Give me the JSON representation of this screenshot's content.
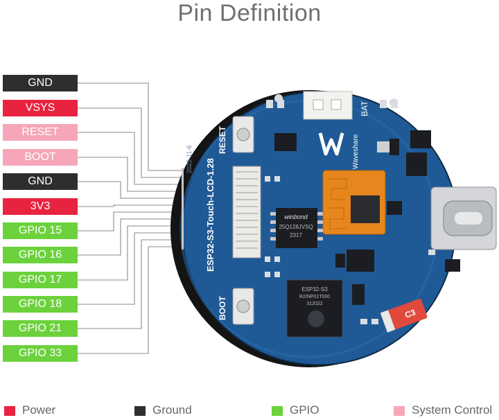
{
  "title": "Pin Definition",
  "pins": [
    {
      "label": "GND",
      "type": "ground"
    },
    {
      "label": "VSYS",
      "type": "power"
    },
    {
      "label": "RESET",
      "type": "system"
    },
    {
      "label": "BOOT",
      "type": "system"
    },
    {
      "label": "GND",
      "type": "ground"
    },
    {
      "label": "3V3",
      "type": "power"
    },
    {
      "label": "GPIO 15",
      "type": "gpio"
    },
    {
      "label": "GPIO 16",
      "type": "gpio"
    },
    {
      "label": "GPIO 17",
      "type": "gpio"
    },
    {
      "label": "GPIO 18",
      "type": "gpio"
    },
    {
      "label": "GPIO 21",
      "type": "gpio"
    },
    {
      "label": "GPIO 33",
      "type": "gpio"
    }
  ],
  "board": {
    "model_text": "ESP32-S3-Touch-LCD-1.28",
    "reset_label": "RESET",
    "boot_label": "BOOT",
    "bat_label": "BAT",
    "brand_text": "Waveshare",
    "flash_brand": "winbond",
    "flash_line1": "25Q128JVSQ",
    "flash_line2": "2317",
    "chip_line1": "ESP32-S3",
    "chip_line2": "R2/NP01T000",
    "chip_line3": "312022",
    "cap_label": "C3",
    "date_text": "2022-11-6",
    "colors": {
      "pcb": "#1f5a96",
      "pcb_edge": "#0f2a44",
      "pad": "#d9dde2",
      "chip": "#1b1d22",
      "antenna": "#e6861c"
    }
  },
  "legend": [
    {
      "label": "Power",
      "color": "#e8233f"
    },
    {
      "label": "Ground",
      "color": "#2e2e2e"
    },
    {
      "label": "GPIO",
      "color": "#6bd23b"
    },
    {
      "label": "System Control",
      "color": "#f6a6b8"
    }
  ]
}
